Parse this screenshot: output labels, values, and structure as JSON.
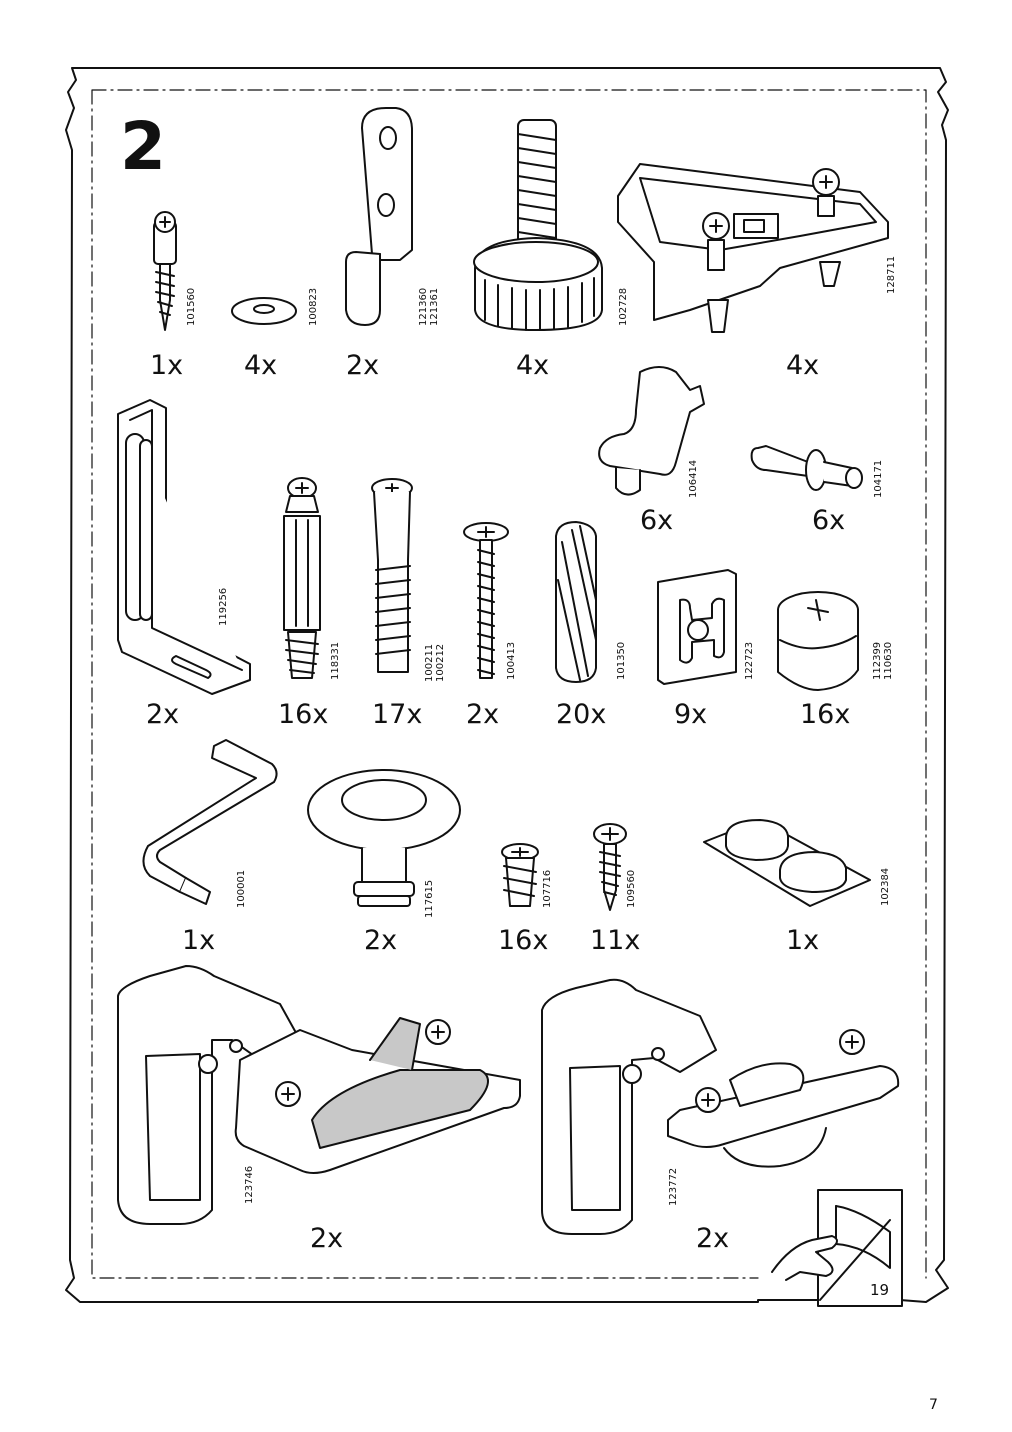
{
  "step_number": "2",
  "page_number": "7",
  "next_page_ref": "19",
  "parts": [
    {
      "id": "101560",
      "code": "101560",
      "qty": "1x",
      "icon": "cam-lock-screw-icon"
    },
    {
      "id": "100823",
      "code": "100823",
      "qty": "4x",
      "icon": "washer-icon"
    },
    {
      "id": "121360",
      "code": "121360\n121361",
      "qty": "2x",
      "icon": "bracket-plate-icon"
    },
    {
      "id": "102728",
      "code": "102728",
      "qty": "4x",
      "icon": "adjustable-foot-icon"
    },
    {
      "id": "128711",
      "code": "128711",
      "qty": "4x",
      "icon": "mounting-plate-icon"
    },
    {
      "id": "106414",
      "code": "106414",
      "qty": "6x",
      "icon": "shelf-support-icon"
    },
    {
      "id": "104171",
      "code": "104171",
      "qty": "6x",
      "icon": "shelf-pin-icon"
    },
    {
      "id": "119256",
      "code": "119256",
      "qty": "2x",
      "icon": "angle-bracket-icon"
    },
    {
      "id": "118331",
      "code": "118331",
      "qty": "16x",
      "icon": "cam-stud-icon"
    },
    {
      "id": "100211",
      "code": "100211\n100212",
      "qty": "17x",
      "icon": "expanding-dowel-screw-icon"
    },
    {
      "id": "100413",
      "code": "100413",
      "qty": "2x",
      "icon": "machine-screw-icon"
    },
    {
      "id": "101350",
      "code": "101350",
      "qty": "20x",
      "icon": "wooden-dowel-icon"
    },
    {
      "id": "122723",
      "code": "122723",
      "qty": "9x",
      "icon": "clip-plate-icon"
    },
    {
      "id": "112399",
      "code": "112399\n110630",
      "qty": "16x",
      "icon": "cam-lock-icon"
    },
    {
      "id": "100001",
      "code": "100001",
      "qty": "1x",
      "icon": "allen-key-icon"
    },
    {
      "id": "117615",
      "code": "117615",
      "qty": "2x",
      "icon": "knob-icon"
    },
    {
      "id": "107716",
      "code": "107716",
      "qty": "16x",
      "icon": "euro-screw-icon"
    },
    {
      "id": "109560",
      "code": "109560",
      "qty": "11x",
      "icon": "wood-screw-icon"
    },
    {
      "id": "102384",
      "code": "102384",
      "qty": "1x",
      "icon": "bumper-pads-icon"
    },
    {
      "id": "123746",
      "code": "123746",
      "qty": "2x",
      "icon": "hinge-soft-close-icon"
    },
    {
      "id": "123772",
      "code": "123772",
      "qty": "2x",
      "icon": "hinge-icon"
    }
  ]
}
